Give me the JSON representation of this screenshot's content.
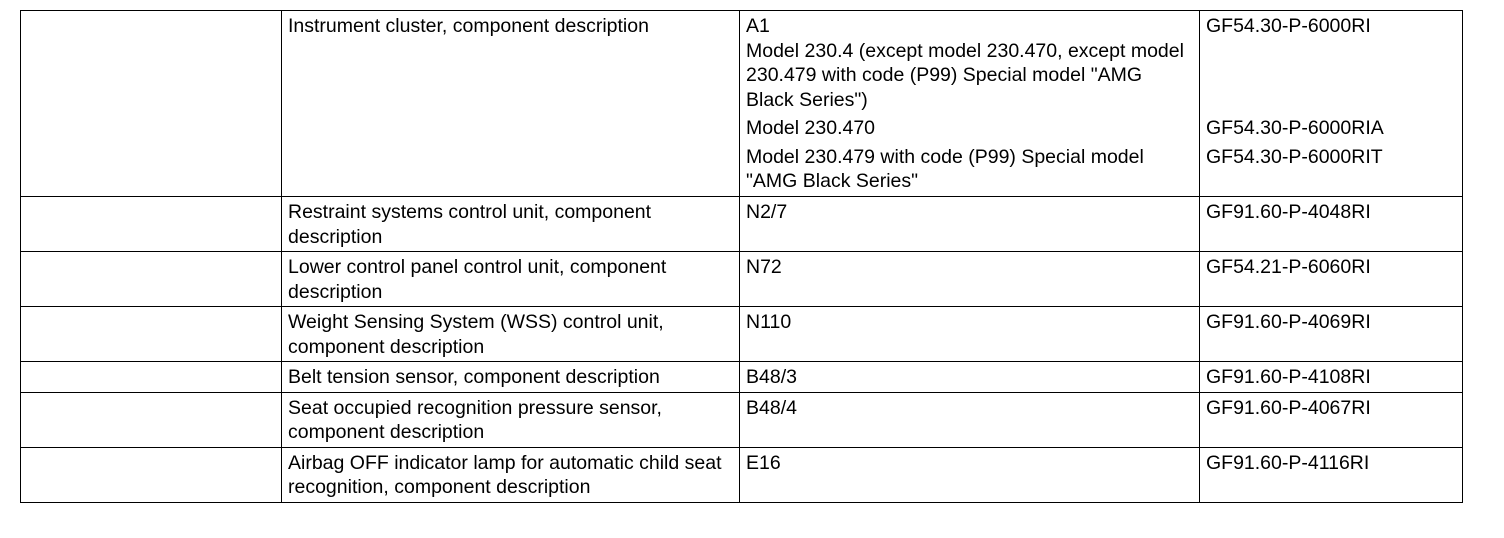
{
  "rows": [
    {
      "description": "Instrument cluster, component description",
      "entries": [
        {
          "code": "A1\nModel 230.4 (except model 230.470, except model 230.479 with code (P99) Special model \"AMG Black Series\")",
          "ref": "GF54.30-P-6000RI"
        },
        {
          "code": "Model 230.470",
          "ref": "GF54.30-P-6000RIA"
        },
        {
          "code": "Model 230.479 with code (P99) Special model \"AMG Black Series\"",
          "ref": "GF54.30-P-6000RIT"
        }
      ]
    },
    {
      "description": "Restraint systems control unit, component description",
      "entries": [
        {
          "code": "N2/7",
          "ref": "GF91.60-P-4048RI"
        }
      ]
    },
    {
      "description": "Lower control panel control unit, component description",
      "entries": [
        {
          "code": "N72",
          "ref": "GF54.21-P-6060RI"
        }
      ]
    },
    {
      "description": "Weight Sensing System (WSS) control unit, component description",
      "entries": [
        {
          "code": "N110",
          "ref": "GF91.60-P-4069RI"
        }
      ]
    },
    {
      "description": "Belt tension sensor, component description",
      "entries": [
        {
          "code": "B48/3",
          "ref": "GF91.60-P-4108RI"
        }
      ]
    },
    {
      "description": "Seat occupied recognition pressure sensor, component description",
      "entries": [
        {
          "code": "B48/4",
          "ref": "GF91.60-P-4067RI"
        }
      ]
    },
    {
      "description": "Airbag OFF indicator lamp for automatic child seat recognition, component description",
      "entries": [
        {
          "code": "E16",
          "ref": "GF91.60-P-4116RI"
        }
      ]
    }
  ]
}
